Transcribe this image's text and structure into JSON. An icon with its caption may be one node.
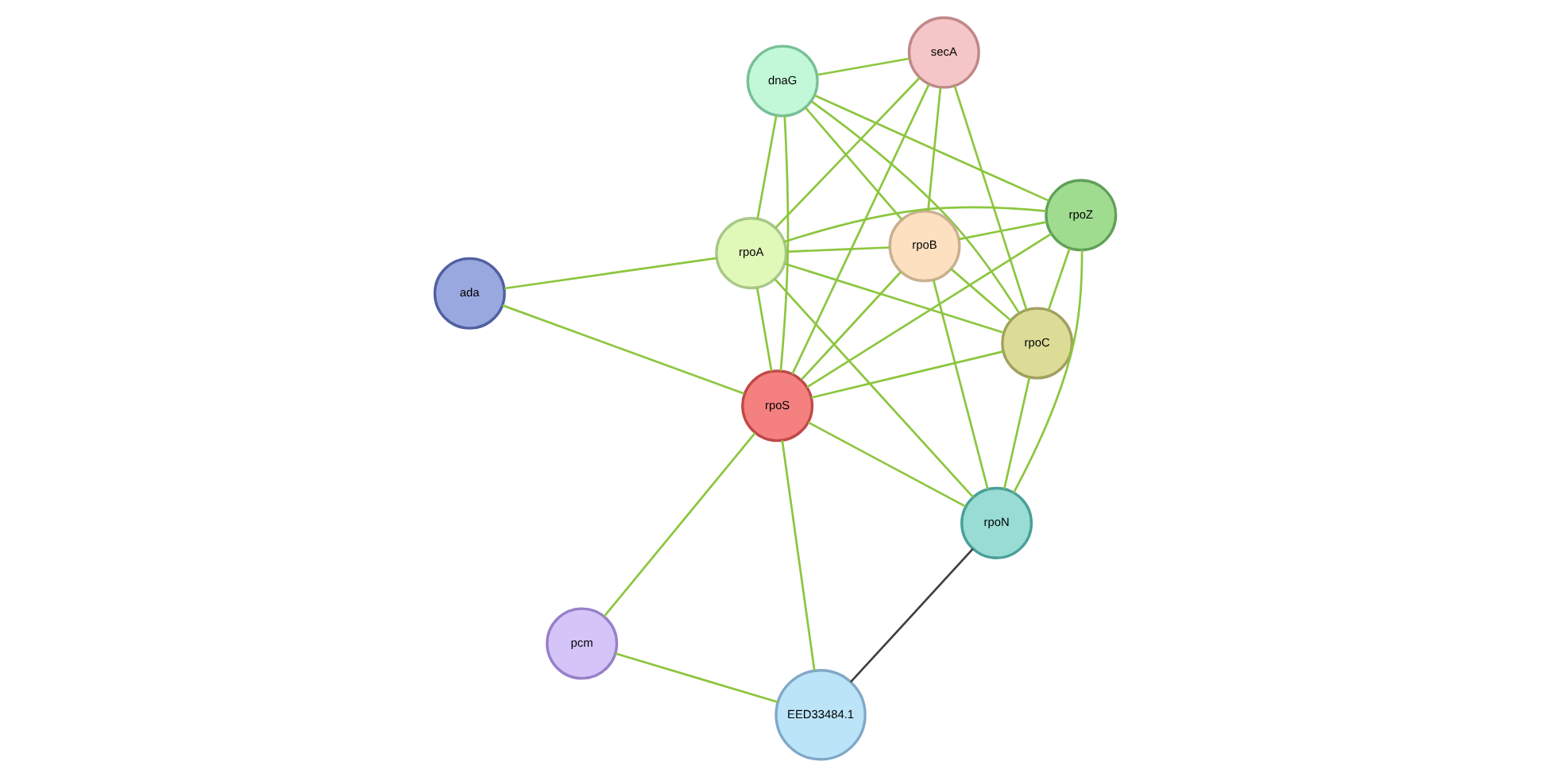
{
  "diagram": {
    "nodes": [
      {
        "text": [
          "dnaG"
        ]
      },
      {
        "text": [
          "secA"
        ]
      },
      {
        "text": [
          "rpoC"
        ]
      },
      {
        "text": [
          "rpoB"
        ]
      },
      {
        "text": [
          "rpoA"
        ]
      },
      {
        "text": [
          "ada"
        ]
      },
      {
        "text": [
          "rpoS"
        ]
      },
      {
        "text": [
          "rpoZ"
        ]
      },
      {
        "text": [
          "rpoN"
        ]
      },
      {
        "text": [
          "EED33484.1"
        ]
      },
      {
        "text": [
          "pcm"
        ]
      }
    ],
    "edges": [
      {
        "from": 0,
        "to": 1,
        "arrow": "none"
      },
      {
        "from": 0,
        "to": 2,
        "arrow": "none"
      },
      {
        "from": 0,
        "to": 3,
        "arrow": "none"
      },
      {
        "from": 0,
        "to": 4,
        "arrow": "none"
      },
      {
        "from": 0,
        "to": 6,
        "arrow": "none"
      },
      {
        "from": 0,
        "to": 7,
        "arrow": "none"
      },
      {
        "from": 1,
        "to": 2,
        "arrow": "none"
      },
      {
        "from": 1,
        "to": 3,
        "arrow": "none"
      },
      {
        "from": 1,
        "to": 4,
        "arrow": "none"
      },
      {
        "from": 1,
        "to": 6,
        "arrow": "none"
      },
      {
        "from": 3,
        "to": 2,
        "arrow": "none"
      },
      {
        "from": 3,
        "to": 4,
        "arrow": "none"
      },
      {
        "from": 3,
        "to": 6,
        "arrow": "none"
      },
      {
        "from": 3,
        "to": 7,
        "arrow": "none"
      },
      {
        "from": 3,
        "to": 8,
        "arrow": "none"
      },
      {
        "from": 2,
        "to": 4,
        "arrow": "none"
      },
      {
        "from": 2,
        "to": 6,
        "arrow": "none"
      },
      {
        "from": 2,
        "to": 7,
        "arrow": "none"
      },
      {
        "from": 2,
        "to": 8,
        "arrow": "none"
      },
      {
        "from": 4,
        "to": 5,
        "arrow": "none"
      },
      {
        "from": 4,
        "to": 6,
        "arrow": "none"
      },
      {
        "from": 4,
        "to": 7,
        "arrow": "none"
      },
      {
        "from": 4,
        "to": 8,
        "arrow": "none"
      },
      {
        "from": 5,
        "to": 6,
        "arrow": "none"
      },
      {
        "from": 6,
        "to": 7,
        "arrow": "none"
      },
      {
        "from": 6,
        "to": 8,
        "arrow": "none"
      },
      {
        "from": 6,
        "to": 9,
        "arrow": "none"
      },
      {
        "from": 6,
        "to": 10,
        "arrow": "none"
      },
      {
        "from": 7,
        "to": 8,
        "arrow": "none"
      },
      {
        "from": 8,
        "to": 9,
        "arrow": "none",
        "color": "#404040"
      },
      {
        "from": 9,
        "to": 10,
        "arrow": "none"
      }
    ]
  }
}
